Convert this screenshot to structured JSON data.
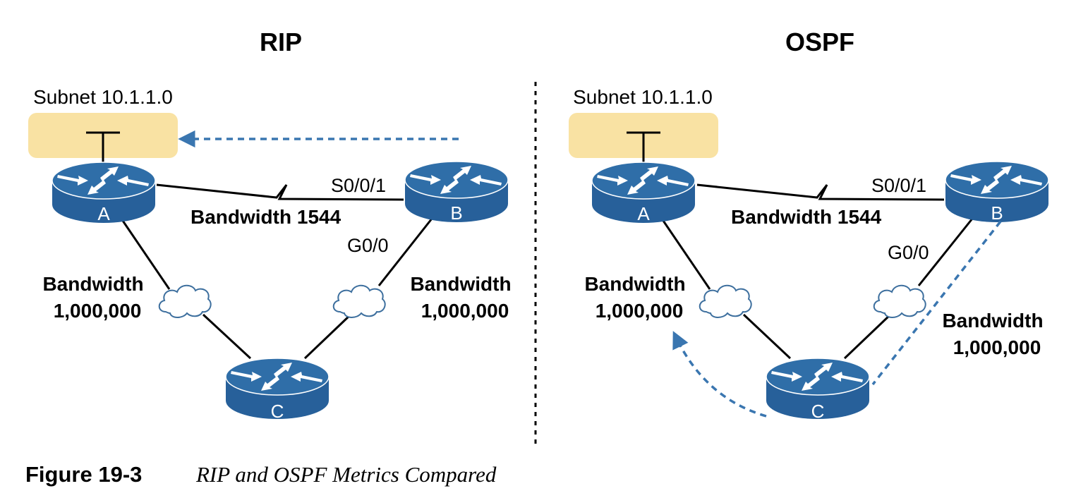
{
  "panels": {
    "rip": {
      "title": "RIP",
      "subnet": "Subnet 10.1.1.0",
      "router_a": "A",
      "router_b": "B",
      "router_c": "C",
      "if_s001": "S0/0/1",
      "if_g00": "G0/0",
      "serial_bw": "Bandwidth 1544",
      "left_bw_word": "Bandwidth",
      "left_bw_value": "1,000,000",
      "right_bw_word": "Bandwidth",
      "right_bw_value": "1,000,000"
    },
    "ospf": {
      "title": "OSPF",
      "subnet": "Subnet 10.1.1.0",
      "router_a": "A",
      "router_b": "B",
      "router_c": "C",
      "if_s001": "S0/0/1",
      "if_g00": "G0/0",
      "serial_bw": "Bandwidth 1544",
      "left_bw_word": "Bandwidth",
      "left_bw_value": "1,000,000",
      "right_bw_word": "Bandwidth",
      "right_bw_value": "1,000,000"
    }
  },
  "caption": {
    "label": "Figure 19-3",
    "text": "RIP and OSPF Metrics Compared"
  },
  "colors": {
    "router_fill": "#2f6ea8",
    "router_side": "#27609a",
    "subnet_fill": "#f9e2a3",
    "flow_arrow": "#3a76b0"
  }
}
